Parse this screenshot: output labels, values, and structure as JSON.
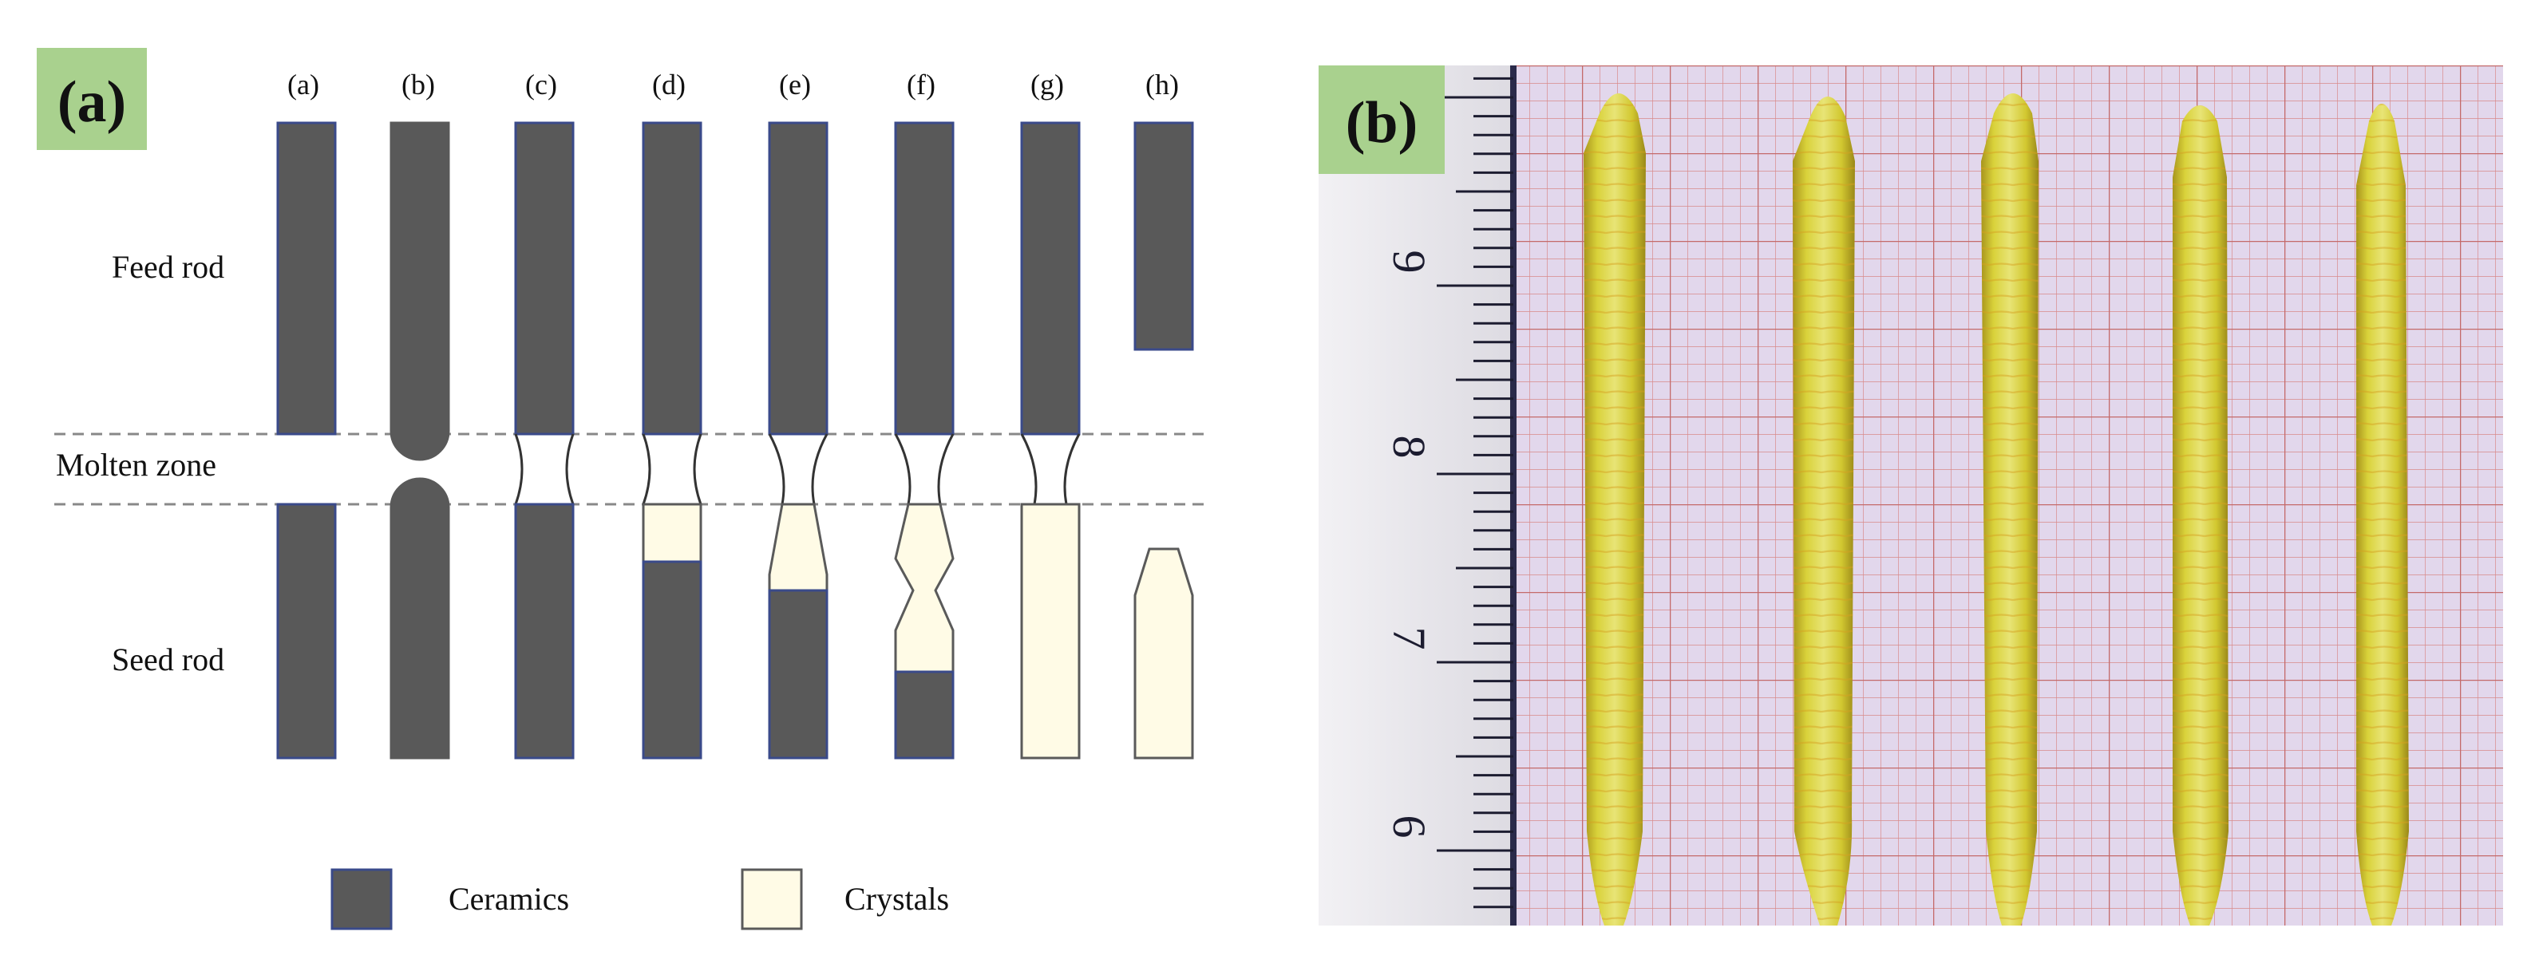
{
  "panel_a": {
    "tag": "(a)",
    "colors": {
      "tag_bg": "#a9d18e",
      "ceramic": "#595959",
      "ceramic_edge": "#3a4a8a",
      "crystal": "#fffbe6",
      "crystal_edge": "#5a5a5a",
      "dash": "#888888"
    },
    "columns": [
      {
        "label": "(a)",
        "stage": "ceramic-rods"
      },
      {
        "label": "(b)",
        "stage": "rounded-tips"
      },
      {
        "label": "(c)",
        "stage": "molten-zone-formed"
      },
      {
        "label": "(d)",
        "stage": "growth-start"
      },
      {
        "label": "(e)",
        "stage": "necking"
      },
      {
        "label": "(f)",
        "stage": "double-neck"
      },
      {
        "label": "(g)",
        "stage": "full-crystal"
      },
      {
        "label": "(h)",
        "stage": "separated"
      }
    ],
    "row_labels": {
      "feed": "Feed rod",
      "molten": "Molten zone",
      "seed": "Seed rod"
    },
    "legend": {
      "ceramics": "Ceramics",
      "crystals": "Crystals"
    }
  },
  "panel_b": {
    "tag": "(b)",
    "colors": {
      "tag_bg": "#a9d18e",
      "paper": "#e2d7ec",
      "grid": "#d88a8a",
      "ruler": "#e6e4ea",
      "crystal": "#d4cc30",
      "crystal_dark": "#a8951c",
      "stripe": "#d6a020"
    },
    "ruler_numbers": [
      "6",
      "7",
      "8",
      "9"
    ],
    "crystal_count": 5
  }
}
